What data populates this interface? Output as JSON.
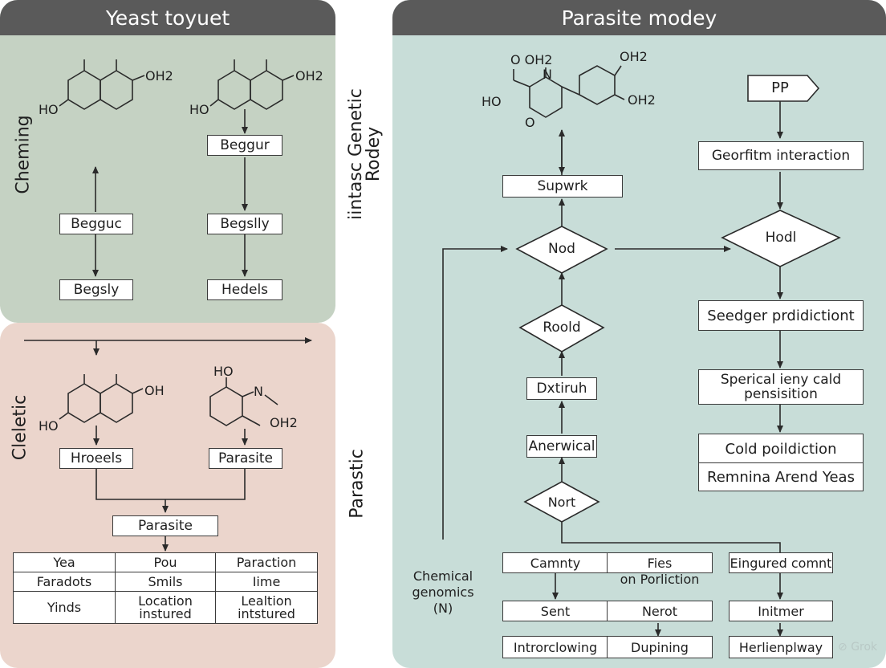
{
  "panels": {
    "yeast": {
      "title": "Yeast toyuet",
      "side_label": "Cheming"
    },
    "lower_left": {
      "side_label": "Cleletic"
    },
    "middle": {
      "label_top_1": "iintasc Genetic",
      "label_top_2": "Rodey",
      "label_bottom": "Parastic"
    },
    "parasite": {
      "title": "Parasite modey"
    }
  },
  "yeast_flow": {
    "col1": {
      "box_top": "Begguc",
      "box_bottom": "Begsly"
    },
    "col2": {
      "box_a": "Beggur",
      "box_b": "Begslly",
      "box_c": "Hedels"
    }
  },
  "molecules": {
    "m1": {
      "oh": "OH2",
      "ho": "HO"
    },
    "m2": {
      "oh": "OH2",
      "ho": "HO"
    },
    "m3": {
      "oh": "OH",
      "ho": "HO"
    },
    "m4": {
      "ho": "HO",
      "n": "N",
      "oh": "OH2"
    },
    "m5": {
      "o_oh": "O OH2",
      "ho": "HO",
      "n": "N",
      "o": "O",
      "c_o": "O",
      "top_oh": "OH2",
      "side_oh": "OH2"
    }
  },
  "lower_flow": {
    "box_left": "Hroeels",
    "box_right": "Parasite",
    "box_merge": "Parasite"
  },
  "left_table": {
    "rows": [
      [
        "Yea",
        "Pou",
        "Paraction"
      ],
      [
        "Faradots",
        "Smils",
        "Iime"
      ],
      [
        "Yinds",
        "Location instured",
        "Lealtion intstured"
      ]
    ]
  },
  "parasite_flow": {
    "box_supwrk": "Supwrk",
    "diamond_nod": "Nod",
    "diamond_roold": "Roold",
    "box_dxtiruh": "Dxtiruh",
    "box_anerwical": "Anerwical",
    "diamond_nort": "Nort",
    "pp": "PP",
    "box_georfitm": "Georfitm interaction",
    "diamond_hodl": "Hodl",
    "box_seedger": "Seedger prdidictiont",
    "box_sperical": "Sperical ieny cald pensisition",
    "box_cold": "Cold poildiction",
    "box_remnina": "Remnina Arend Yeas",
    "chemical_label": "Chemical genomics (N)"
  },
  "parasite_table": {
    "r1": [
      "Camnty",
      "Fies",
      "Eingured comnt"
    ],
    "mid_note": "on Porliction",
    "r2": [
      "Sent",
      "Nerot",
      "Initmer"
    ],
    "r3": [
      "Introrclowing",
      "Dupining",
      "Herlienplway"
    ]
  },
  "watermark": "Grok",
  "colors": {
    "yeast_bg": "#c5d2c3",
    "left_lower_bg": "#ebd5cc",
    "parasite_bg": "#c8ddd8",
    "header": "#5a5a5a"
  }
}
